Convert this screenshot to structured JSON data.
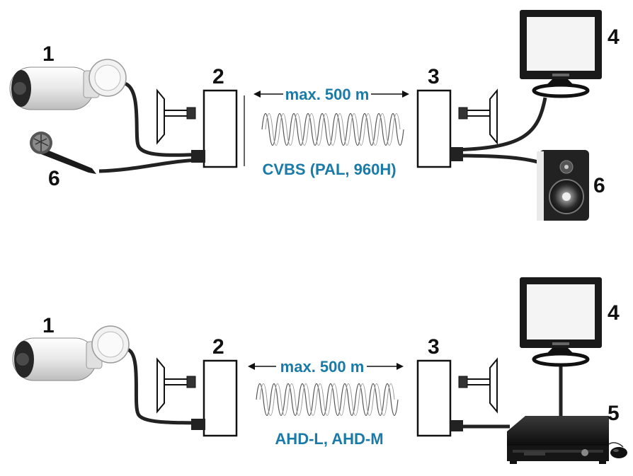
{
  "labels": {
    "camera": "1",
    "transmitter": "2",
    "receiver": "3",
    "monitor": "4",
    "dvr": "5",
    "audio": "6"
  },
  "top": {
    "distance": "max. 500 m",
    "signal": "CVBS (PAL, 960H)"
  },
  "bottom": {
    "distance": "max. 500 m",
    "signal": "AHD-L, AHD-M"
  },
  "colors": {
    "label_text": "#1a7aa8",
    "cable": "#222222"
  }
}
